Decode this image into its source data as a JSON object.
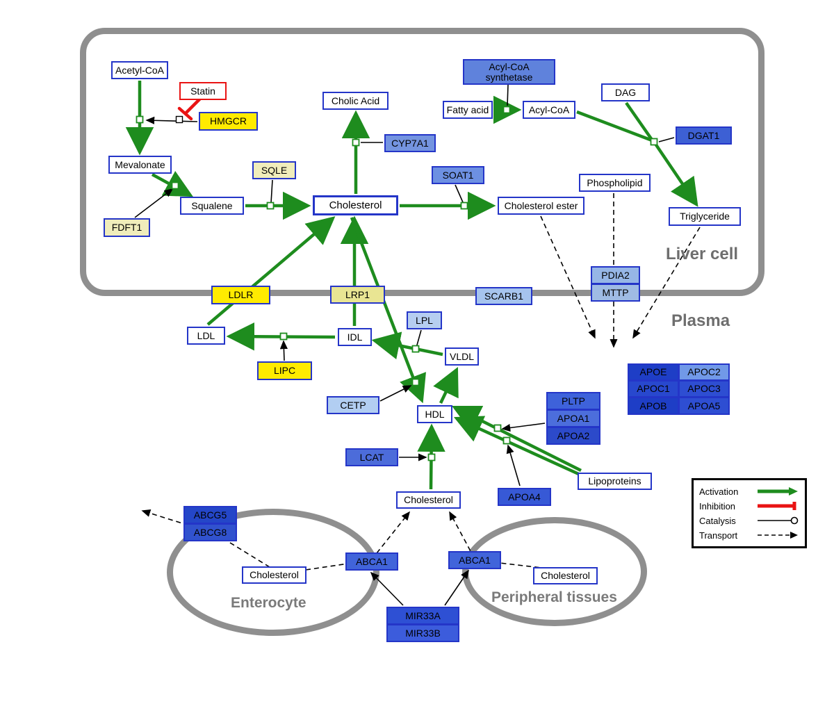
{
  "compartments": {
    "liver_cell": {
      "label": "Liver cell"
    },
    "plasma": {
      "label": "Plasma"
    },
    "enterocyte": {
      "label": "Enterocyte"
    },
    "peripheral_tissues": {
      "label": "Peripheral tissues"
    }
  },
  "nodes": {
    "acetyl_coa": {
      "label": "Acetyl-CoA",
      "type": "metabolite"
    },
    "statin": {
      "label": "Statin",
      "type": "drug"
    },
    "hmgcr": {
      "label": "HMGCR",
      "type": "gene"
    },
    "cholic_acid": {
      "label": "Cholic Acid",
      "type": "metabolite"
    },
    "acyl_coa_synthetase": {
      "label": "Acyl-CoA synthetase",
      "type": "gene"
    },
    "fatty_acid": {
      "label": "Fatty acid",
      "type": "metabolite"
    },
    "acyl_coa": {
      "label": "Acyl-CoA",
      "type": "metabolite"
    },
    "dag": {
      "label": "DAG",
      "type": "metabolite"
    },
    "dgat1": {
      "label": "DGAT1",
      "type": "gene"
    },
    "cyp7a1": {
      "label": "CYP7A1",
      "type": "gene"
    },
    "mevalonate": {
      "label": "Mevalonate",
      "type": "metabolite"
    },
    "sqle": {
      "label": "SQLE",
      "type": "gene"
    },
    "soat1": {
      "label": "SOAT1",
      "type": "gene"
    },
    "squalene": {
      "label": "Squalene",
      "type": "metabolite"
    },
    "cholesterol_liver": {
      "label": "Cholesterol",
      "type": "metabolite"
    },
    "cholesterol_ester": {
      "label": "Cholesterol ester",
      "type": "metabolite"
    },
    "phospholipid": {
      "label": "Phospholipid",
      "type": "metabolite"
    },
    "triglyceride": {
      "label": "Triglyceride",
      "type": "metabolite"
    },
    "fdft1": {
      "label": "FDFT1",
      "type": "gene"
    },
    "ldlr": {
      "label": "LDLR",
      "type": "gene"
    },
    "lrp1": {
      "label": "LRP1",
      "type": "gene"
    },
    "scarb1": {
      "label": "SCARB1",
      "type": "gene"
    },
    "pdia2": {
      "label": "PDIA2",
      "type": "gene"
    },
    "mttp": {
      "label": "MTTP",
      "type": "gene"
    },
    "ldl": {
      "label": "LDL",
      "type": "metabolite"
    },
    "idl": {
      "label": "IDL",
      "type": "metabolite"
    },
    "lpl": {
      "label": "LPL",
      "type": "gene"
    },
    "vldl": {
      "label": "VLDL",
      "type": "metabolite"
    },
    "lipc": {
      "label": "LIPC",
      "type": "gene"
    },
    "cetp": {
      "label": "CETP",
      "type": "gene"
    },
    "hdl": {
      "label": "HDL",
      "type": "metabolite"
    },
    "pltp": {
      "label": "PLTP",
      "type": "gene"
    },
    "apoa1": {
      "label": "APOA1",
      "type": "gene"
    },
    "apoa2": {
      "label": "APOA2",
      "type": "gene"
    },
    "apoe": {
      "label": "APOE",
      "type": "gene"
    },
    "apoc2": {
      "label": "APOC2",
      "type": "gene"
    },
    "apoc1": {
      "label": "APOC1",
      "type": "gene"
    },
    "apoc3": {
      "label": "APOC3",
      "type": "gene"
    },
    "apob": {
      "label": "APOB",
      "type": "gene"
    },
    "apoa5": {
      "label": "APOA5",
      "type": "gene"
    },
    "lcat": {
      "label": "LCAT",
      "type": "gene"
    },
    "apoa4": {
      "label": "APOA4",
      "type": "gene"
    },
    "lipoproteins": {
      "label": "Lipoproteins",
      "type": "metabolite"
    },
    "cholesterol_plasma": {
      "label": "Cholesterol",
      "type": "metabolite"
    },
    "abcg5": {
      "label": "ABCG5",
      "type": "gene"
    },
    "abcg8": {
      "label": "ABCG8",
      "type": "gene"
    },
    "cholesterol_enterocyte": {
      "label": "Cholesterol",
      "type": "metabolite"
    },
    "abca1_enterocyte": {
      "label": "ABCA1",
      "type": "gene"
    },
    "abca1_peripheral": {
      "label": "ABCA1",
      "type": "gene"
    },
    "cholesterol_peripheral": {
      "label": "Cholesterol",
      "type": "metabolite"
    },
    "mir33a": {
      "label": "MIR33A",
      "type": "gene"
    },
    "mir33b": {
      "label": "MIR33B",
      "type": "gene"
    }
  },
  "legend": {
    "activation": "Activation",
    "inhibition": "Inhibition",
    "catalysis": "Catalysis",
    "transport": "Transport"
  },
  "colors": {
    "activation_green": "#1e8c1e",
    "inhibition_red": "#e91313",
    "node_border_blue": "#2435c8",
    "gene_yellow": "#ffeb00",
    "gene_pale_yellow": "#f0edbb",
    "membrane_gray": "#8f8f8f"
  }
}
